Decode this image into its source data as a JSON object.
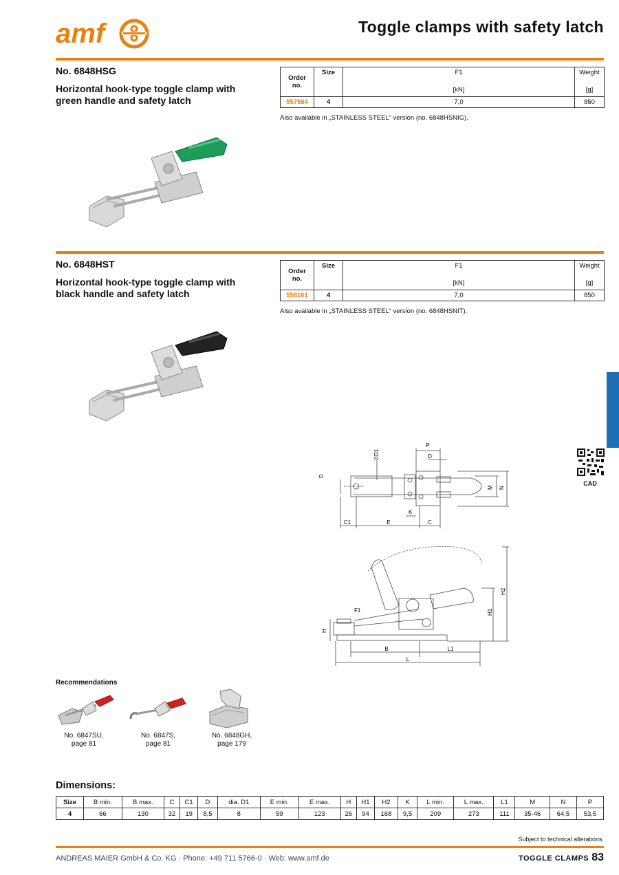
{
  "header": {
    "logo_text": "amf",
    "title": "Toggle clamps with safety latch"
  },
  "sections": [
    {
      "number": "No. 6848HSG",
      "description": "Horizontal hook-type toggle clamp with green handle and safety latch",
      "handle_color": "#1e9d5a",
      "table": {
        "headers": {
          "order": "Order no.",
          "size": "Size",
          "f1": "F1",
          "weight": "Weight"
        },
        "units": {
          "f1": "[kN]",
          "weight": "[g]"
        },
        "row": {
          "order": "557584",
          "size": "4",
          "f1": "7,0",
          "weight": "850"
        }
      },
      "note": "Also available in „STAINLESS STEEL“ version (no. 6848HSNIG)."
    },
    {
      "number": "No. 6848HST",
      "description": "Horizontal hook-type toggle clamp with black handle and safety latch",
      "handle_color": "#222222",
      "table": {
        "headers": {
          "order": "Order no.",
          "size": "Size",
          "f1": "F1",
          "weight": "Weight"
        },
        "units": {
          "f1": "[kN]",
          "weight": "[g]"
        },
        "row": {
          "order": "558161",
          "size": "4",
          "f1": "7,0",
          "weight": "850"
        }
      },
      "note": "Also available in „STAINLESS STEEL“ version (no. 6848HSNIT)."
    }
  ],
  "drawing_labels": {
    "top": {
      "P": "P",
      "D": "D",
      "D1": "∅D1",
      "D_left": "D",
      "M": "M",
      "N": "N",
      "K": "K",
      "C1": "C1",
      "E": "E",
      "C": "C"
    },
    "side": {
      "F1": "F1",
      "H": "H",
      "H1": "H1",
      "H2": "H2",
      "B": "B",
      "L1": "L1",
      "L": "L"
    }
  },
  "cad": {
    "label": "CAD"
  },
  "recommendations": {
    "title": "Recommendations",
    "items": [
      {
        "line1": "No. 6847SU,",
        "line2": "page 81"
      },
      {
        "line1": "No. 6847S,",
        "line2": "page 81"
      },
      {
        "line1": "No. 6848GH,",
        "line2": "page 179"
      }
    ]
  },
  "dimensions": {
    "title": "Dimensions:",
    "headers": [
      "Size",
      "B min.",
      "B max.",
      "C",
      "C1",
      "D",
      "dia. D1",
      "E min.",
      "E max.",
      "H",
      "H1",
      "H2",
      "K",
      "L min.",
      "L max.",
      "L1",
      "M",
      "N",
      "P"
    ],
    "row": [
      "4",
      "66",
      "130",
      "32",
      "19",
      "8,5",
      "8",
      "59",
      "123",
      "26",
      "94",
      "168",
      "9,5",
      "209",
      "273",
      "111",
      "35-46",
      "64,5",
      "53,5"
    ]
  },
  "footer": {
    "subject": "Subject to technical alterations.",
    "company": "ANDREAS MAIER GmbH & Co. KG · Phone: +49 711 5766-0 · Web: www.amf.de",
    "section_label": "TOGGLE CLAMPS",
    "page": "83"
  },
  "colors": {
    "accent": "#e8820e",
    "tab_blue": "#1f6fb5"
  }
}
